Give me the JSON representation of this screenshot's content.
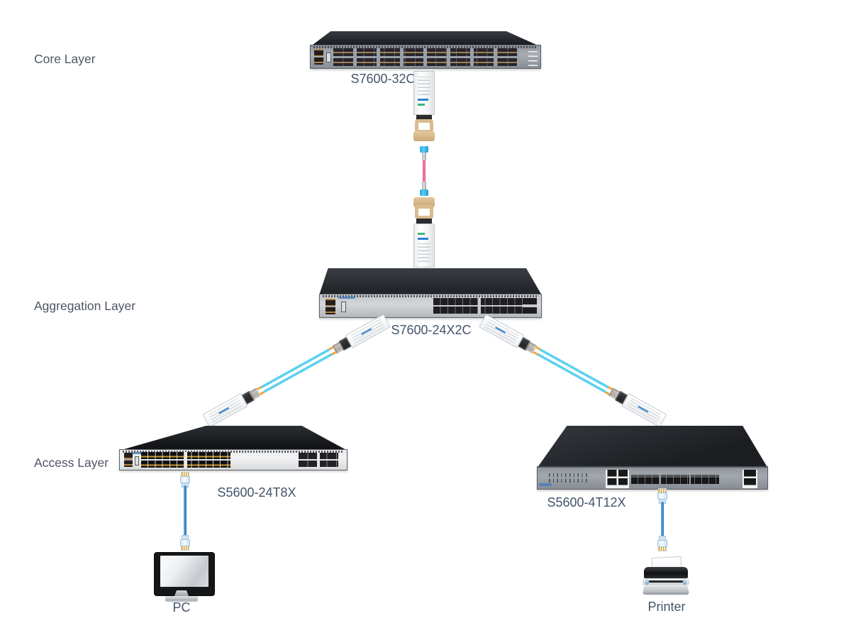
{
  "colors": {
    "device-label": "#44546a",
    "layer-label": "#4e5564",
    "switch-top": "#26282d",
    "panel-gray": "#9aa0a8",
    "panel-light": "#e8e9ea",
    "fiber-aqua": "#5bd1f0",
    "fiber-pink": "#f2679c",
    "transceiver-tab-tan": "#d9bb8e",
    "ethernet-blue": "#2e7fd0",
    "lc-cyan": "#35b9ea",
    "tip-orange": "#f5a32a"
  },
  "layers": {
    "core": {
      "label": "Core Layer"
    },
    "aggregation": {
      "label": "Aggregation Layer"
    },
    "access": {
      "label": "Access Layer"
    }
  },
  "devices": {
    "core_switch": {
      "model": "S7600-32C",
      "ports_visible": "32 QSFP ports in 8 groups, 2 mgmt RJ45, status LEDs"
    },
    "aggregation_switch": {
      "model": "S7600-24X2C",
      "ports_visible": "24 SFP+ ports in 2 groups, 2 stacked QSFP ports, 2 mgmt RJ45, USB"
    },
    "access_switch_left": {
      "model": "S5600-24T8X",
      "ports_visible": "24 RJ45 ports in 2 groups, 8 SFP+ ports in 2 groups, 2 mgmt RJ45, USB"
    },
    "access_switch_right": {
      "model": "S5600-4T12X",
      "ports_visible": "LED matrix, 4 RJ45 ports (2x2), 12 SFP+ ports in 3 groups, 2 stacked RJ45"
    },
    "pc": {
      "label": "PC"
    },
    "printer": {
      "label": "Printer"
    }
  },
  "links": [
    {
      "from": "S7600-32C",
      "to": "S7600-24X2C",
      "media": "two QSFP transceivers with tan pull tabs joined by pink fiber patch cable with cyan LC boots"
    },
    {
      "from": "S7600-24X2C",
      "to": "S5600-24T8X",
      "media": "two SFP transceivers joined by aqua duplex LC fiber cable with orange tips"
    },
    {
      "from": "S7600-24X2C",
      "to": "S5600-4T12X",
      "media": "two SFP transceivers joined by aqua duplex LC fiber cable with orange tips"
    },
    {
      "from": "S5600-24T8X",
      "to": "PC",
      "media": "blue Ethernet cable with RJ45 plugs"
    },
    {
      "from": "S5600-4T12X",
      "to": "Printer",
      "media": "blue Ethernet cable with RJ45 plugs"
    }
  ]
}
